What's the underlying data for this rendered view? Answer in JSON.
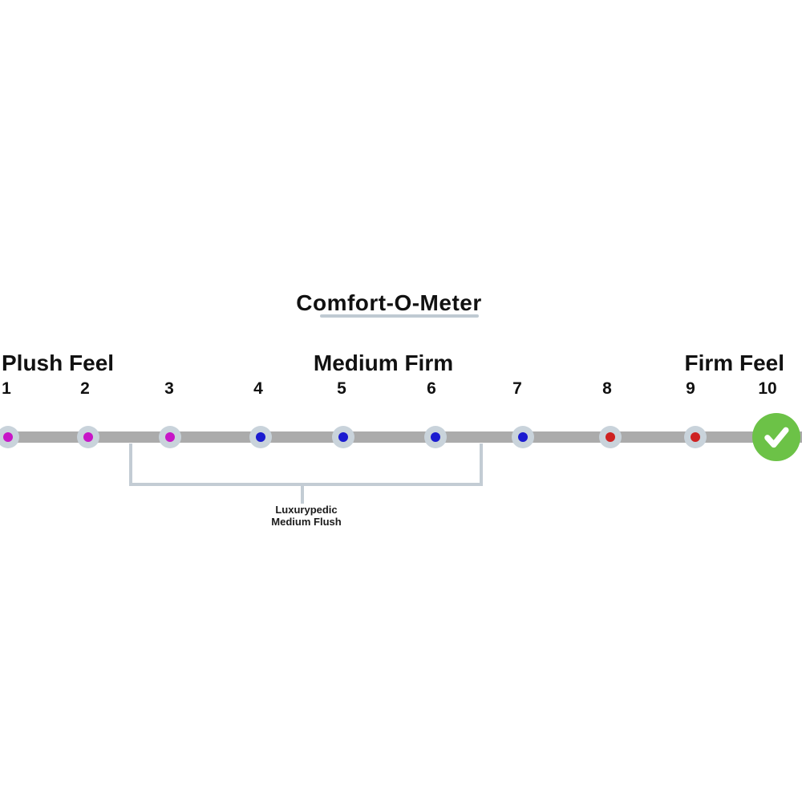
{
  "title": "Comfort-O-Meter",
  "scale": {
    "left_label": "Plush Feel",
    "center_label": "Medium Firm",
    "right_label": "Firm Feel",
    "points": [
      {
        "label": "1",
        "type": "dot",
        "dot_color": "#c716c7"
      },
      {
        "label": "2",
        "type": "dot",
        "dot_color": "#c716c7"
      },
      {
        "label": "3",
        "type": "dot",
        "dot_color": "#c716c7"
      },
      {
        "label": "4",
        "type": "dot",
        "dot_color": "#1b1bd0"
      },
      {
        "label": "5",
        "type": "dot",
        "dot_color": "#1b1bd0"
      },
      {
        "label": "6",
        "type": "dot",
        "dot_color": "#1b1bd0"
      },
      {
        "label": "7",
        "type": "dot",
        "dot_color": "#1b1bd0"
      },
      {
        "label": "8",
        "type": "dot",
        "dot_color": "#ce2222"
      },
      {
        "label": "9",
        "type": "dot",
        "dot_color": "#ce2222"
      },
      {
        "label": "10",
        "type": "check",
        "dot_color": "#6cc247"
      }
    ]
  },
  "annotation": {
    "line1": "Luxurypedic",
    "line2": "Medium Flush"
  },
  "icons": {
    "check": "checkmark-icon"
  },
  "colors": {
    "bar": "#ababab",
    "halo": "#c9d3db",
    "plush_dot": "#c716c7",
    "medium_dot": "#1b1bd0",
    "firm_dot": "#ce2222",
    "check_bg": "#6cc247",
    "check_mark": "#ffffff",
    "bracket": "#c3ccd4",
    "underline": "#bfcad2",
    "text": "#111111"
  }
}
